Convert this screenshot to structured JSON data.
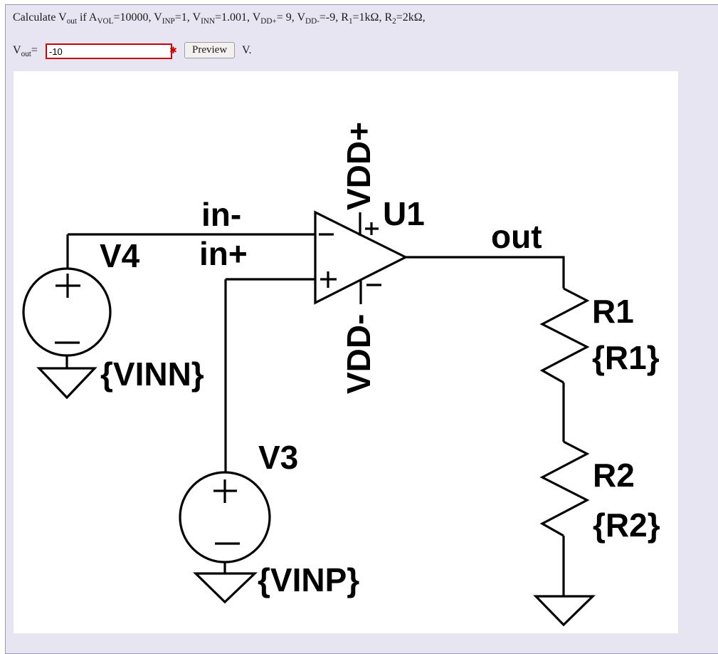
{
  "question": {
    "segments": [
      {
        "t": "Calculate V"
      },
      {
        "sub": "out"
      },
      {
        "t": " if A"
      },
      {
        "sub": "VOL"
      },
      {
        "t": "=10000, V"
      },
      {
        "sub": "INP"
      },
      {
        "t": "=1, V"
      },
      {
        "sub": "INN"
      },
      {
        "t": "=1.001, V"
      },
      {
        "sub": "DD+"
      },
      {
        "t": "= 9, V"
      },
      {
        "sub": "DD-"
      },
      {
        "t": "=-9, R"
      },
      {
        "sub": "1"
      },
      {
        "t": "=1kΩ, R"
      },
      {
        "sub": "2"
      },
      {
        "t": "=2kΩ,"
      }
    ]
  },
  "answer_row": {
    "label_segments": [
      {
        "t": "V"
      },
      {
        "sub": "out"
      },
      {
        "t": "= "
      }
    ],
    "input_value": "-10",
    "required_marker": "✱",
    "preview_button": "Preview",
    "unit": "V."
  },
  "schematic": {
    "opamp": {
      "ref": "U1",
      "vdd_plus": "VDD+",
      "vdd_minus": "VDD-"
    },
    "nets": {
      "in_minus": "in-",
      "in_plus": "in+",
      "out": "out"
    },
    "sources": {
      "v4": {
        "ref": "V4",
        "value": "{VINN}"
      },
      "v3": {
        "ref": "V3",
        "value": "{VINP}"
      }
    },
    "resistors": {
      "r1": {
        "ref": "R1",
        "value": "{R1}"
      },
      "r2": {
        "ref": "R2",
        "value": "{R2}"
      }
    }
  },
  "colors": {
    "required_red": "#cc0000",
    "panel_background": "#e8e5f2",
    "panel_border": "#9b96be",
    "schematic_background": "#ffffff",
    "schematic_ink": "#000000"
  }
}
